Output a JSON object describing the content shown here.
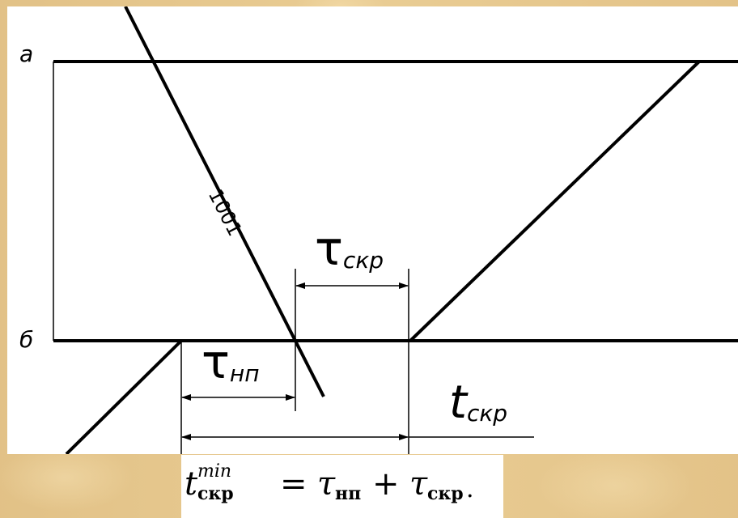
{
  "diagram": {
    "labels": {
      "line_a": "а",
      "line_b": "б",
      "train_number": "1001",
      "tau_skr_symbol": "τ",
      "tau_skr_sub": "скр",
      "tau_np_symbol": "τ",
      "tau_np_sub": "нп",
      "t_skr_symbol": "t",
      "t_skr_sub": "скр"
    }
  },
  "formula": {
    "lhs_symbol": "t",
    "lhs_sup": "min",
    "lhs_sub": "скр",
    "equals": "=",
    "tau1_symbol": "τ",
    "tau1_sub": "нп",
    "plus": "+",
    "tau2_symbol": "τ",
    "tau2_sub": "скр",
    "trailing": "."
  },
  "colors": {
    "background": "#e7c98f",
    "panel": "#ffffff",
    "ink": "#000000"
  }
}
